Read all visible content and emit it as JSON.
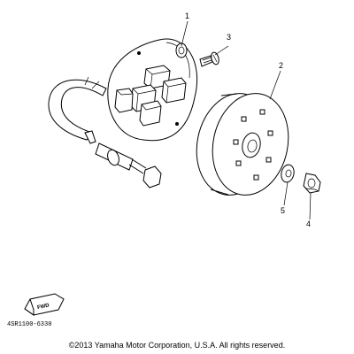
{
  "callouts": {
    "c1": "1",
    "c2": "2",
    "c3": "3",
    "c4": "4",
    "c5": "5"
  },
  "fwd_symbol": "FWD",
  "part_code": "4SR1100-6330",
  "copyright": "©2013 Yamaha Motor Corporation, U.S.A. All rights reserved.",
  "colors": {
    "ink": "#000000",
    "background": "#ffffff"
  },
  "icons": [
    "fwd-arrow-icon"
  ]
}
